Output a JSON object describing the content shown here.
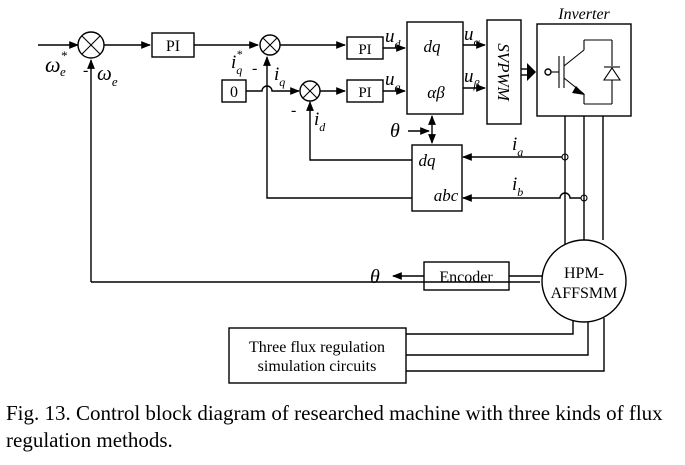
{
  "blocks": {
    "speed_pi": "PI",
    "q_pi": "PI",
    "d_pi": "PI",
    "id_ref": "0",
    "park_inv_top": "dq",
    "park_inv_bottom": "αβ",
    "svpwm": "SVPWM",
    "inverter": "Inverter",
    "park_top": "dq",
    "park_bottom": "abc",
    "encoder": "Encoder",
    "machine_line1": "HPM-",
    "machine_line2": "AFFSMM",
    "flux_line1": "Three flux regulation",
    "flux_line2": "simulation circuits"
  },
  "signals": {
    "omega_ref": "ω",
    "omega_ref_sup": "*",
    "omega_ref_sub": "e",
    "omega_fb": "ω",
    "omega_fb_sub": "e",
    "iq_ref": "i",
    "iq_ref_sup": "*",
    "iq_ref_sub": "q",
    "iq": "i",
    "iq_sub": "q",
    "id": "i",
    "id_sub": "d",
    "ud": "u",
    "ud_sub": "d",
    "uq": "u",
    "uq_sub": "q",
    "ualpha": "u",
    "ualpha_sub": "α",
    "ubeta": "u",
    "ubeta_sub": "β",
    "theta_in": "θ",
    "theta_out": "θ",
    "ia": "i",
    "ia_sub": "a",
    "ib": "i",
    "ib_sub": "b",
    "minus": "-"
  },
  "caption": "Fig. 13. Control block diagram of researched machine with three kinds of flux regulation methods."
}
